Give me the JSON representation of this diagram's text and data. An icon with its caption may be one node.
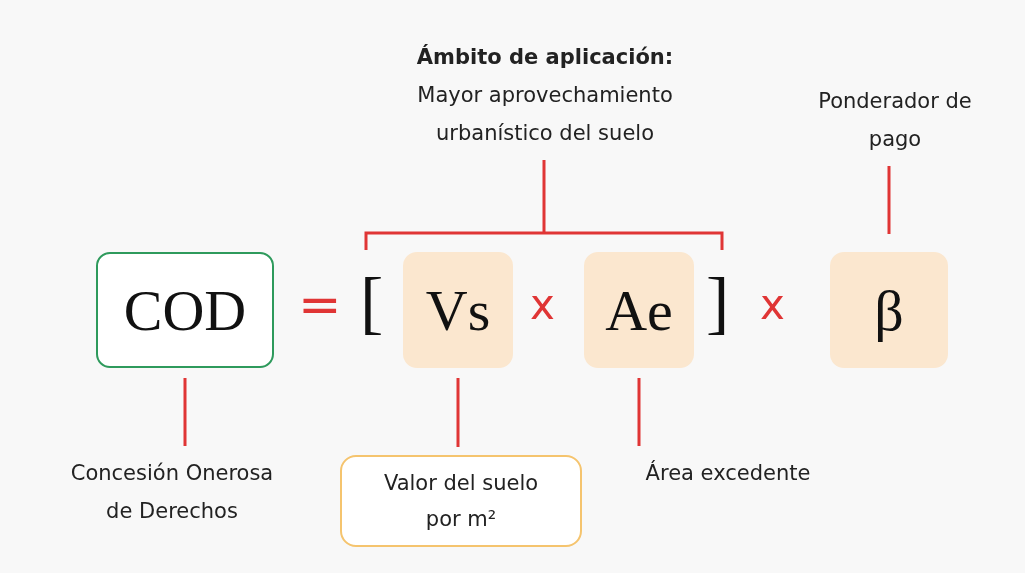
{
  "diagram": {
    "nodes": [
      {
        "text": [
          "Ámbito de aplicación:",
          "Mayor aprovechamiento urbanístico del suelo"
        ]
      },
      {
        "text": [
          "Ponderador de pago"
        ]
      },
      {
        "text": [],
        "shape": "bracket"
      },
      {
        "text": [
          "COD"
        ]
      },
      {
        "text": [
          "Vs"
        ]
      },
      {
        "text": [
          "Ae"
        ]
      },
      {
        "text": [
          "β"
        ]
      },
      {
        "text": [
          "Concesión Onerosa de Derechos"
        ]
      },
      {
        "text": [
          "Valor del suelo por m²"
        ]
      },
      {
        "text": [
          "Área excedente"
        ]
      }
    ],
    "edges": [
      {
        "from": 0,
        "to": 2,
        "arrow": "none"
      },
      {
        "from": 1,
        "to": 6,
        "arrow": "none"
      },
      {
        "from": 7,
        "to": 3,
        "arrow": "none"
      },
      {
        "from": 8,
        "to": 4,
        "arrow": "none"
      },
      {
        "from": 9,
        "to": 5,
        "arrow": "none"
      }
    ],
    "labels": [
      "=",
      "[",
      "x",
      "]",
      "x"
    ]
  }
}
